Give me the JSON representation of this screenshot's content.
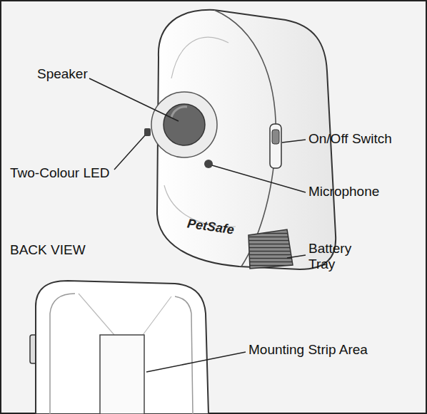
{
  "diagram": {
    "labels": [
      "Speaker",
      "Two-Colour LED",
      "On/Off Switch",
      "Microphone",
      "PetSafe",
      "BACK VIEW",
      "Battery Tray",
      "Mounting Strip Area"
    ]
  }
}
